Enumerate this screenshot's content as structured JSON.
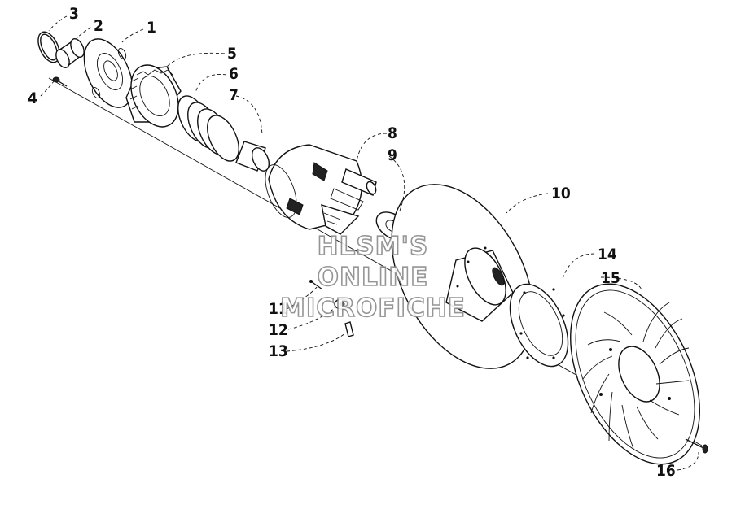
{
  "diagram": {
    "callouts": [
      {
        "id": "c1",
        "text": "1"
      },
      {
        "id": "c2",
        "text": "2"
      },
      {
        "id": "c3",
        "text": "3"
      },
      {
        "id": "c4",
        "text": "4"
      },
      {
        "id": "c5",
        "text": "5"
      },
      {
        "id": "c6",
        "text": "6"
      },
      {
        "id": "c7",
        "text": "7"
      },
      {
        "id": "c8",
        "text": "8"
      },
      {
        "id": "c9",
        "text": "9"
      },
      {
        "id": "c10",
        "text": "10"
      },
      {
        "id": "c11",
        "text": "11"
      },
      {
        "id": "c12",
        "text": "12"
      },
      {
        "id": "c13",
        "text": "13"
      },
      {
        "id": "c14",
        "text": "14"
      },
      {
        "id": "c15",
        "text": "15"
      },
      {
        "id": "c16",
        "text": "16"
      }
    ],
    "watermark": {
      "line1": "HLSM'S",
      "line2": "ONLINE",
      "line3": "MICROFICHE"
    }
  }
}
